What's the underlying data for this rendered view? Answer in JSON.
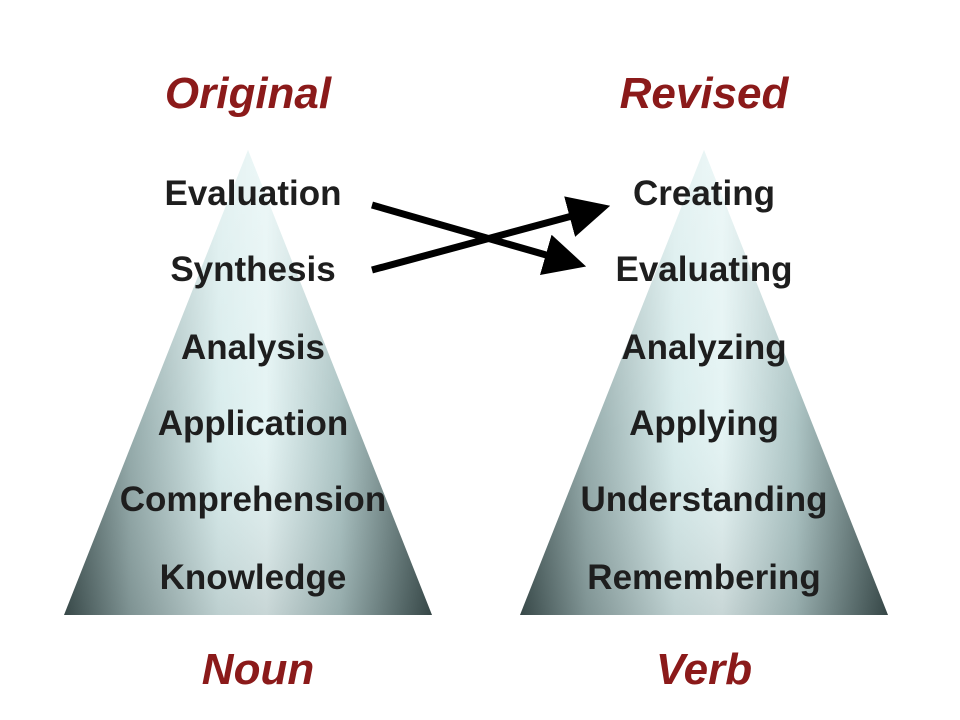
{
  "original": {
    "heading": "Original",
    "footer": "Noun",
    "levels": [
      "Evaluation",
      "Synthesis",
      "Analysis",
      "Application",
      "Comprehension",
      "Knowledge"
    ]
  },
  "revised": {
    "heading": "Revised",
    "footer": "Verb",
    "levels": [
      "Creating",
      "Evaluating",
      "Analyzing",
      "Applying",
      "Understanding",
      "Remembering"
    ]
  },
  "colors": {
    "heading": "#8b1a1a",
    "level_text": "#1e1e1e",
    "arrow": "#000000",
    "pyramid_light": "#dff0f0",
    "pyramid_dark": "#3f5252"
  }
}
